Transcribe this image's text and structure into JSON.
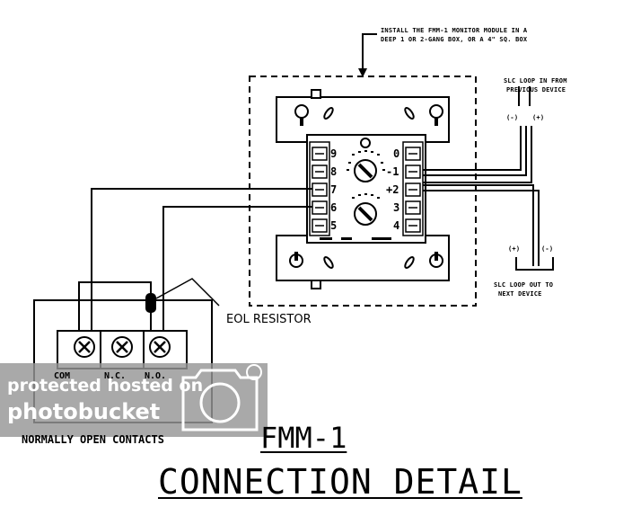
{
  "notes": {
    "install_line1": "INSTALL THE FMM-1 MONITOR MODULE IN A",
    "install_line2": "DEEP 1 OR 2-GANG BOX, OR A 4\" SQ. BOX",
    "slc_in_line1": "SLC LOOP IN FROM",
    "slc_in_line2": "PREVIOUS DEVICE",
    "slc_in_neg": "(-)",
    "slc_in_pos": "(+)",
    "slc_out_pos": "(+)",
    "slc_out_neg": "(-)",
    "slc_out_line1": "SLC LOOP OUT TO",
    "slc_out_line2": "NEXT DEVICE",
    "eol_resistor": "EOL RESISTOR",
    "normally_open_contacts": "NORMALLY OPEN CONTACTS"
  },
  "module": {
    "left_terminals": [
      "9",
      "8",
      "7",
      "6",
      "5"
    ],
    "right_terminals": [
      "0",
      "-1",
      "+2",
      "3",
      "4"
    ]
  },
  "contacts": {
    "labels": [
      "COM",
      "N.C.",
      "N.O."
    ]
  },
  "title": {
    "line1": "FMM-1",
    "line2": "CONNECTION DETAIL"
  },
  "watermark": {
    "line1": "protected hosted on",
    "line2": "photobucket"
  }
}
